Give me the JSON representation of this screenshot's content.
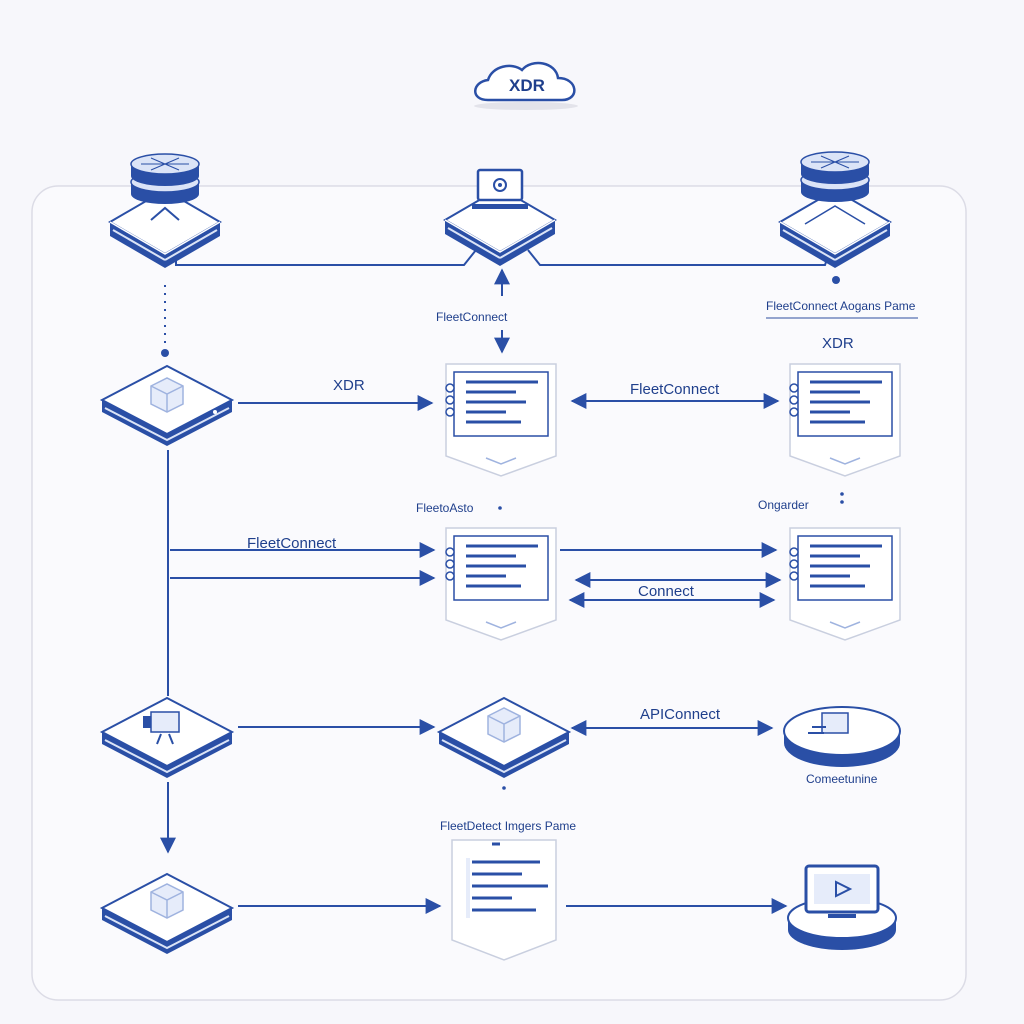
{
  "cloud": {
    "label": "XDR"
  },
  "labels": {
    "fleetconnect_top": "FleetConnect",
    "agents_pane": "FleetConnect Aogans Pame",
    "xdr_right": "XDR",
    "xdr_row1": "XDR",
    "fleetconnect_row1": "FleetConnect",
    "fleetoasto": "FleetoAsto",
    "ongarder": "Ongarder",
    "fleetconnect_row2": "FleetConnect",
    "connect_row2": "Connect",
    "apiconnect": "APIConnect",
    "comeetunine": "Comeetunine",
    "fleetdetect": "FleetDetect  Imgers Pame"
  },
  "colors": {
    "accent": "#2a4fa6",
    "light": "#e6ecfa",
    "panel_border": "#dcdce6"
  }
}
